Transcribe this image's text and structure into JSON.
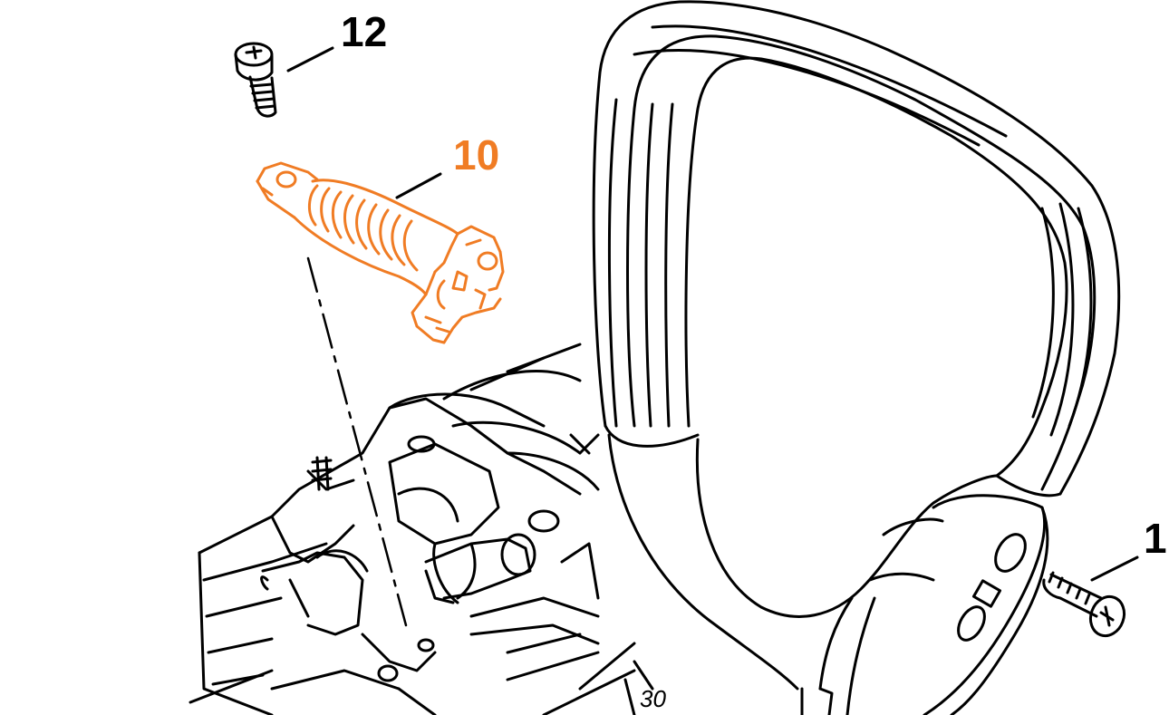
{
  "diagram": {
    "colors": {
      "ink": "#000000",
      "highlight": "#f07c24",
      "background": "#ffffff"
    },
    "callouts": [
      {
        "id": "12",
        "text": "12",
        "color": "#000000"
      },
      {
        "id": "10",
        "text": "10",
        "color": "#f07c24"
      },
      {
        "id": "1",
        "text": "1",
        "color": "#000000"
      }
    ],
    "partial_label": "30",
    "parts": {
      "screw_12": "screw-icon",
      "part_10": "spring-buffer-icon",
      "screw_1": "screw-icon",
      "handlebar": "handlebar-icon",
      "cylinder": "engine-housing-icon"
    }
  }
}
